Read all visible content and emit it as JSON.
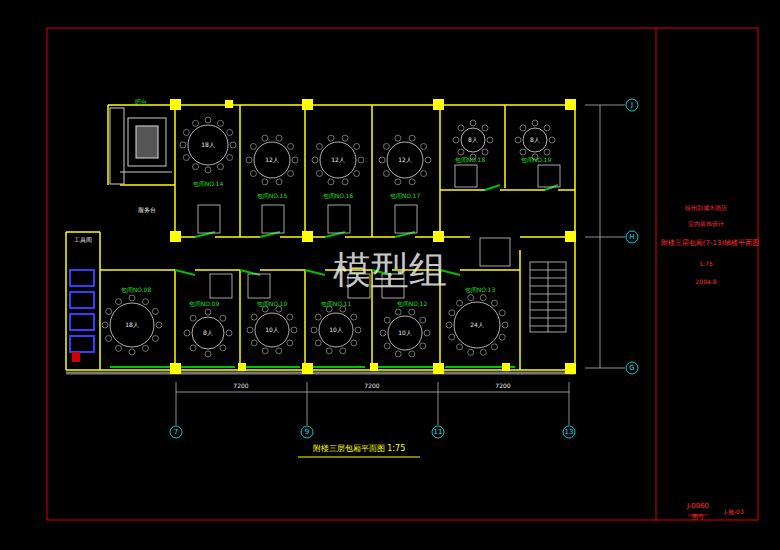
{
  "diagram": {
    "title": "附楼三层包厢平面图 1:75",
    "labels": [
      "模型组",
      "徐州彭城大酒店",
      "室内装饰设计",
      "附楼三层包厢(7-13)轴楼平面图",
      "1:75",
      "2004.8",
      "J-0060",
      "图号",
      "J-施-03",
      "7",
      "9",
      "11",
      "13",
      "J",
      "H",
      "G",
      "7200",
      "7200",
      "7200",
      "18人",
      "包间NO.14",
      "12人",
      "包间NO.15",
      "12人",
      "包间NO.16",
      "12人",
      "包间NO.17",
      "8人",
      "包间NO.18",
      "8人",
      "包间NO.19",
      "包间NO.08",
      "18人",
      "包间NO.09",
      "8人",
      "包间NO.10",
      "10人",
      "包间NO.11",
      "10人",
      "包间NO.12",
      "10人",
      "包间NO.13",
      "24人",
      "吧台",
      "服务台",
      "工具间"
    ]
  }
}
